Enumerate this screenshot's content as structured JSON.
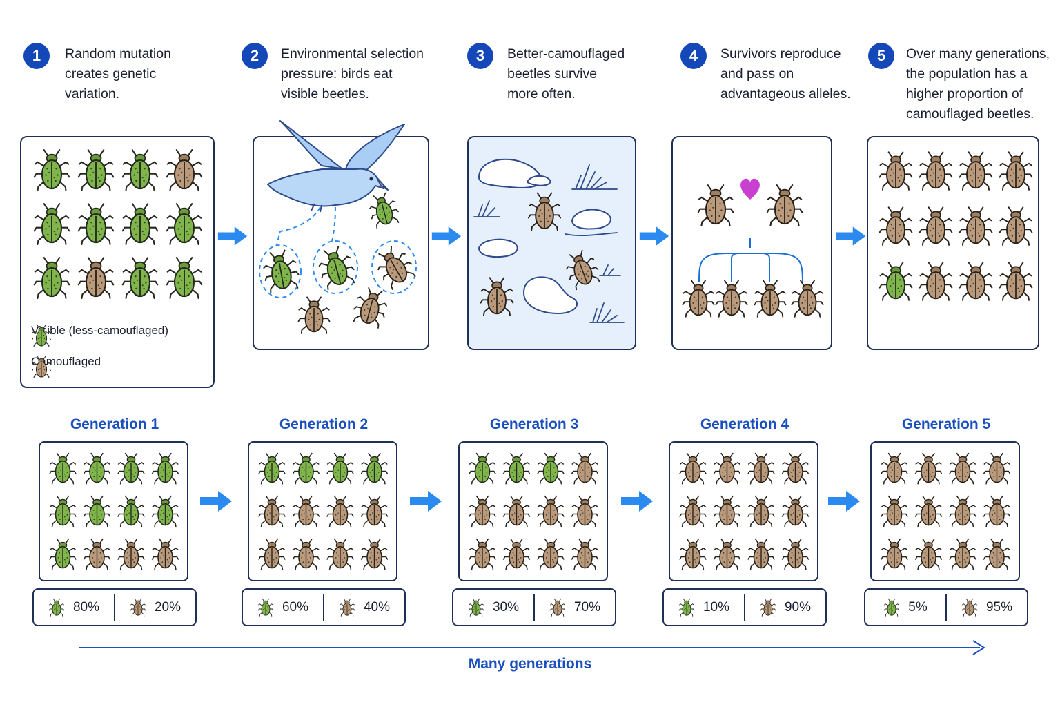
{
  "steps": [
    {
      "num": "1",
      "text": "Random mutation\ncreates genetic\nvariation."
    },
    {
      "num": "2",
      "text": "Environmental selection\npressure: birds eat\nvisible beetles."
    },
    {
      "num": "3",
      "text": "Better-camouflaged\nbeetles survive\nmore often."
    },
    {
      "num": "4",
      "text": "Survivors reproduce\nand pass on\nadvantageous alleles."
    },
    {
      "num": "5",
      "text": "Over many generations,\nthe population has a\nhigher proportion of\ncamouflaged beetles."
    }
  ],
  "legend": {
    "visible": "Visible (less-camouflaged)",
    "camouflaged": "Camouflaged"
  },
  "panel_grids": {
    "panel1": [
      "V",
      "V",
      "V",
      "C",
      "V",
      "V",
      "V",
      "V",
      "V",
      "C",
      "V",
      "V"
    ],
    "panel5": [
      "C",
      "C",
      "C",
      "C",
      "C",
      "C",
      "C",
      "C",
      "V",
      "C",
      "C",
      "C"
    ]
  },
  "generations": [
    {
      "title": "Generation 1",
      "visible_pct": "80%",
      "camouflaged_pct": "20%",
      "grid": [
        "V",
        "V",
        "V",
        "V",
        "V",
        "V",
        "V",
        "V",
        "V",
        "C",
        "C",
        "C"
      ]
    },
    {
      "title": "Generation 2",
      "visible_pct": "60%",
      "camouflaged_pct": "40%",
      "grid": [
        "V",
        "V",
        "V",
        "V",
        "C",
        "C",
        "C",
        "C",
        "C",
        "C",
        "C",
        "C"
      ]
    },
    {
      "title": "Generation 3",
      "visible_pct": "30%",
      "camouflaged_pct": "70%",
      "grid": [
        "V",
        "V",
        "V",
        "C",
        "C",
        "C",
        "C",
        "C",
        "C",
        "C",
        "C",
        "C"
      ]
    },
    {
      "title": "Generation 4",
      "visible_pct": "10%",
      "camouflaged_pct": "90%",
      "grid": [
        "C",
        "C",
        "C",
        "C",
        "C",
        "C",
        "C",
        "C",
        "C",
        "C",
        "C",
        "C"
      ]
    },
    {
      "title": "Generation 5",
      "visible_pct": "5%",
      "camouflaged_pct": "95%",
      "grid": [
        "C",
        "C",
        "C",
        "C",
        "C",
        "C",
        "C",
        "C",
        "C",
        "C",
        "C",
        "C"
      ]
    }
  ],
  "timeline_label": "Many generations",
  "colors": {
    "visible_beetle": "#7fb54a",
    "camouflaged_beetle": "#b99a7c",
    "accent_blue": "#1a4fc0",
    "arrow_blue": "#2a8af0",
    "heart": "#c93fd0"
  }
}
